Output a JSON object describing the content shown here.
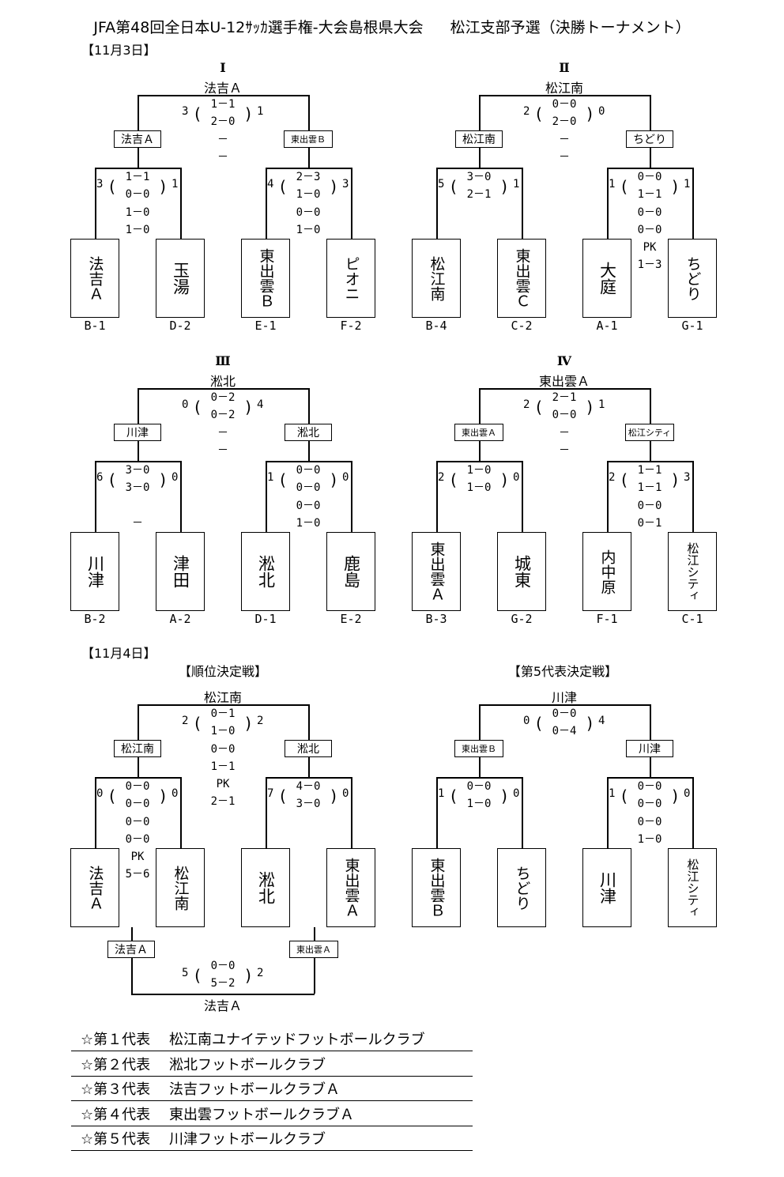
{
  "title_left": "JFA第48回全日本U-12ｻｯｶ選手権-大会島根県大会",
  "title_right": "松江支部予選（決勝トーナメント）",
  "day1_label": "【11月3日】",
  "day2_label": "【11月4日】",
  "placement_label": "【順位決定戦】",
  "fifth_label": "【第5代表決定戦】",
  "blocks": [
    {
      "roman": "Ⅰ",
      "winner": "法吉Ａ",
      "final_left": "法吉Ａ",
      "final_right": "東出雲Ｂ",
      "final_score": {
        "l": "3",
        "r": "1",
        "lines": [
          "1－1",
          "2－0"
        ],
        "extra": [
          "－",
          "－"
        ]
      },
      "semi_left": {
        "l": "3",
        "r": "1",
        "lines": [
          "1－1",
          "0－0"
        ],
        "extra": [
          "1－0",
          "1－0"
        ]
      },
      "semi_right": {
        "l": "4",
        "r": "3",
        "lines": [
          "2－3",
          "1－0"
        ],
        "extra": [
          "0－0",
          "1－0"
        ]
      },
      "teams": [
        {
          "name": "法吉Ａ",
          "code": "B-1"
        },
        {
          "name": "玉湯",
          "code": "D-2"
        },
        {
          "name": "東出雲Ｂ",
          "code": "E-1"
        },
        {
          "name": "ピオニ",
          "code": "F-2"
        }
      ]
    },
    {
      "roman": "Ⅱ",
      "winner": "松江南",
      "final_left": "松江南",
      "final_right": "ちどり",
      "final_score": {
        "l": "2",
        "r": "0",
        "lines": [
          "0－0",
          "2－0"
        ],
        "extra": [
          "－",
          "－"
        ]
      },
      "semi_left": {
        "l": "5",
        "r": "1",
        "lines": [
          "3－0",
          "2－1"
        ],
        "extra": []
      },
      "semi_right": {
        "l": "1",
        "r": "1",
        "lines": [
          "0－0",
          "1－1"
        ],
        "extra": [
          "0－0",
          "0－0",
          "PK",
          "1－3"
        ]
      },
      "teams": [
        {
          "name": "松江南",
          "code": "B-4"
        },
        {
          "name": "東出雲Ｃ",
          "code": "C-2"
        },
        {
          "name": "大庭",
          "code": "A-1"
        },
        {
          "name": "ちどり",
          "code": "G-1"
        }
      ]
    },
    {
      "roman": "Ⅲ",
      "winner": "淞北",
      "final_left": "川津",
      "final_right": "淞北",
      "final_score": {
        "l": "0",
        "r": "4",
        "lines": [
          "0－2",
          "0－2"
        ],
        "extra": [
          "－",
          "－"
        ]
      },
      "semi_left": {
        "l": "6",
        "r": "0",
        "lines": [
          "3－0",
          "3－0"
        ],
        "extra": [
          "",
          "－"
        ]
      },
      "semi_right": {
        "l": "1",
        "r": "0",
        "lines": [
          "0－0",
          "0－0"
        ],
        "extra": [
          "0－0",
          "1－0"
        ]
      },
      "teams": [
        {
          "name": "川津",
          "code": "B-2"
        },
        {
          "name": "津田",
          "code": "A-2"
        },
        {
          "name": "淞北",
          "code": "D-1"
        },
        {
          "name": "鹿島",
          "code": "E-2"
        }
      ]
    },
    {
      "roman": "Ⅳ",
      "winner": "東出雲Ａ",
      "final_left": "東出雲Ａ",
      "final_right": "松江シティ",
      "final_score": {
        "l": "2",
        "r": "1",
        "lines": [
          "2－1",
          "0－0"
        ],
        "extra": [
          "－",
          "－"
        ]
      },
      "semi_left": {
        "l": "2",
        "r": "0",
        "lines": [
          "1－0",
          "1－0"
        ],
        "extra": []
      },
      "semi_right": {
        "l": "2",
        "r": "3",
        "lines": [
          "1－1",
          "1－1"
        ],
        "extra": [
          "0－0",
          "0－1"
        ]
      },
      "teams": [
        {
          "name": "東出雲Ａ",
          "code": "B-3"
        },
        {
          "name": "城東",
          "code": "G-2"
        },
        {
          "name": "内中原",
          "code": "F-1"
        },
        {
          "name": "松江シティ",
          "code": "C-1"
        }
      ]
    }
  ],
  "placement": {
    "winner": "松江南",
    "final_left": "松江南",
    "final_right": "淞北",
    "final_score": {
      "l": "2",
      "r": "2",
      "lines": [
        "0－1",
        "1－0"
      ],
      "extra": [
        "0－0",
        "1－1",
        "PK",
        "2－1"
      ]
    },
    "semi_left": {
      "l": "0",
      "r": "0",
      "lines": [
        "0－0",
        "0－0"
      ],
      "extra": [
        "0－0",
        "0－0",
        "PK",
        "5－6"
      ]
    },
    "semi_right": {
      "l": "7",
      "r": "0",
      "lines": [
        "4－0",
        "3－0"
      ],
      "extra": []
    },
    "teams": [
      {
        "name": "法吉Ａ"
      },
      {
        "name": "松江南"
      },
      {
        "name": "淞北"
      },
      {
        "name": "東出雲Ａ"
      }
    ],
    "third_left": "法吉Ａ",
    "third_right": "東出雲Ａ",
    "third_score": {
      "l": "5",
      "r": "2",
      "lines": [
        "0－0",
        "5－2"
      ]
    },
    "third_winner": "法吉Ａ"
  },
  "fifth": {
    "winner": "川津",
    "final_left": "東出雲Ｂ",
    "final_right": "川津",
    "final_score": {
      "l": "0",
      "r": "4",
      "lines": [
        "0－0",
        "0－4"
      ],
      "extra": []
    },
    "semi_left": {
      "l": "1",
      "r": "0",
      "lines": [
        "0－0",
        "1－0"
      ],
      "extra": []
    },
    "semi_right": {
      "l": "1",
      "r": "0",
      "lines": [
        "0－0",
        "0－0"
      ],
      "extra": [
        "0－0",
        "1－0"
      ]
    },
    "teams": [
      {
        "name": "東出雲Ｂ"
      },
      {
        "name": "ちどり"
      },
      {
        "name": "川津"
      },
      {
        "name": "松江シティ"
      }
    ]
  },
  "representatives": [
    {
      "rank": "☆第１代表",
      "team": "松江南ユナイテッドフットボールクラブ"
    },
    {
      "rank": "☆第２代表",
      "team": "淞北フットボールクラブ"
    },
    {
      "rank": "☆第３代表",
      "team": "法吉フットボールクラブＡ"
    },
    {
      "rank": "☆第４代表",
      "team": "東出雲フットボールクラブＡ"
    },
    {
      "rank": "☆第５代表",
      "team": "川津フットボールクラブ"
    }
  ]
}
